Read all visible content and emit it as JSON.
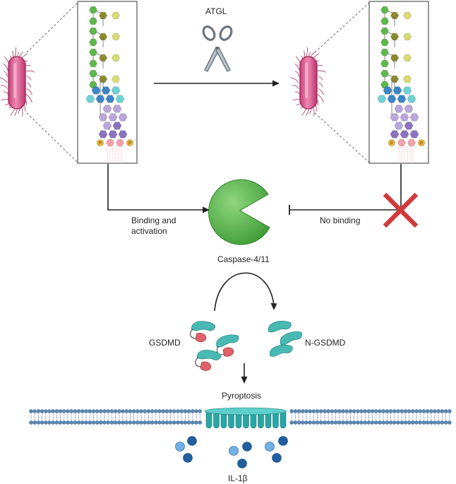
{
  "labels": {
    "enzyme": "ATGL",
    "binding_line1": "Binding and",
    "binding_line2": "activation",
    "no_binding": "No binding",
    "caspase": "Caspase-4/11",
    "gsdmd": "GSDMD",
    "n_gsdmd": "N-GSDMD",
    "pyroptosis": "Pyroptosis",
    "il1b": "IL-1β",
    "phosphate": "P"
  },
  "colors": {
    "bacterium": "#d65a8c",
    "bacterium_outline": "#a8305f",
    "hex_green": "#5cb94a",
    "hex_olive": "#8c8c2a",
    "hex_yellow": "#d9dc6e",
    "hex_blue": "#3a86c8",
    "hex_cyan": "#6fd3d6",
    "hex_lavender": "#b9a6dc",
    "hex_purple": "#8b73c2",
    "hex_pink": "#f4a0a8",
    "phosphate": "#e8b73f",
    "caspase": "#46a83c",
    "cross": "#d03a3a",
    "gsdmd_teal": "#49b9b4",
    "gsdmd_red": "#e06169",
    "membrane": "#5b86b0",
    "pore": "#2aa6a4",
    "il1b_dark": "#1f5f9e",
    "il1b_light": "#4b93cf"
  },
  "icons": [
    "bacterium-icon",
    "scissors-icon",
    "caspase-pacman-icon",
    "cross-icon",
    "membrane-pore-icon",
    "il1b-molecule-icon"
  ]
}
